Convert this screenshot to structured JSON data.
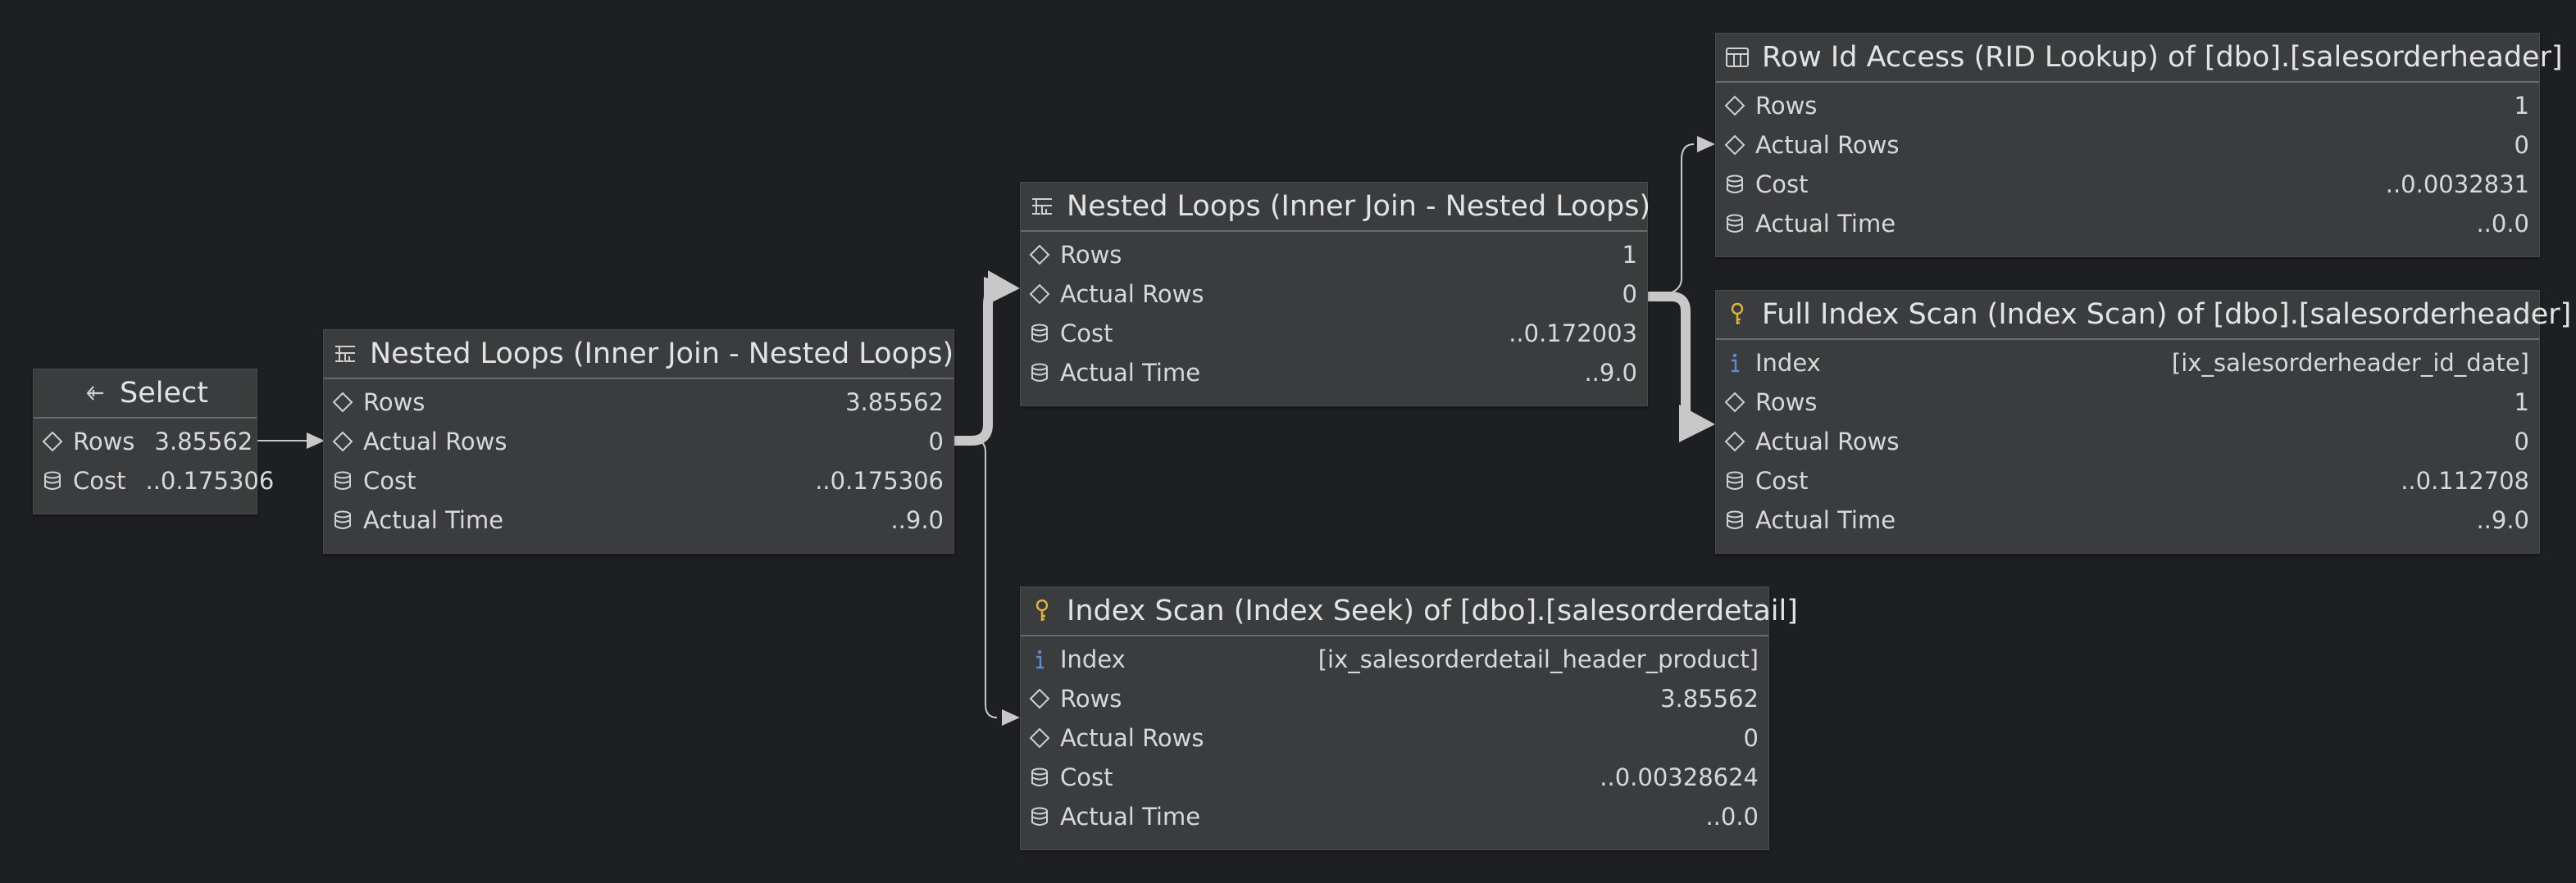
{
  "nodes": {
    "select": {
      "title": "Select",
      "icon": "arrow-left-icon",
      "rows": [
        {
          "label": "Rows",
          "value": "3.85562",
          "icon": "diamond-icon"
        },
        {
          "label": "Cost",
          "value": "..0.175306",
          "icon": "database-icon"
        }
      ]
    },
    "nested_loops_1": {
      "title": "Nested Loops (Inner Join - Nested Loops)",
      "icon": "nested-loops-icon",
      "rows": [
        {
          "label": "Rows",
          "value": "3.85562",
          "icon": "diamond-icon"
        },
        {
          "label": "Actual Rows",
          "value": "0",
          "icon": "diamond-icon"
        },
        {
          "label": "Cost",
          "value": "..0.175306",
          "icon": "database-icon"
        },
        {
          "label": "Actual Time",
          "value": "..9.0",
          "icon": "database-icon"
        }
      ]
    },
    "nested_loops_2": {
      "title": "Nested Loops (Inner Join - Nested Loops)",
      "icon": "nested-loops-icon",
      "rows": [
        {
          "label": "Rows",
          "value": "1",
          "icon": "diamond-icon"
        },
        {
          "label": "Actual Rows",
          "value": "0",
          "icon": "diamond-icon"
        },
        {
          "label": "Cost",
          "value": "..0.172003",
          "icon": "database-icon"
        },
        {
          "label": "Actual Time",
          "value": "..9.0",
          "icon": "database-icon"
        }
      ]
    },
    "index_seek": {
      "title": "Index Scan (Index Seek) of [dbo].[salesorderdetail]",
      "icon": "key-icon",
      "rows": [
        {
          "label": "Index",
          "value": "[ix_salesorderdetail_header_product]",
          "icon": "info-icon"
        },
        {
          "label": "Rows",
          "value": "3.85562",
          "icon": "diamond-icon"
        },
        {
          "label": "Actual Rows",
          "value": "0",
          "icon": "diamond-icon"
        },
        {
          "label": "Cost",
          "value": "..0.00328624",
          "icon": "database-icon"
        },
        {
          "label": "Actual Time",
          "value": "..0.0",
          "icon": "database-icon"
        }
      ]
    },
    "rid_lookup": {
      "title": "Row Id Access (RID Lookup) of [dbo].[salesorderheader]",
      "icon": "table-icon",
      "rows": [
        {
          "label": "Rows",
          "value": "1",
          "icon": "diamond-icon"
        },
        {
          "label": "Actual Rows",
          "value": "0",
          "icon": "diamond-icon"
        },
        {
          "label": "Cost",
          "value": "..0.0032831",
          "icon": "database-icon"
        },
        {
          "label": "Actual Time",
          "value": "..0.0",
          "icon": "database-icon"
        }
      ]
    },
    "full_index_scan": {
      "title": "Full Index Scan (Index Scan) of [dbo].[salesorderheader]",
      "icon": "key-icon",
      "rows": [
        {
          "label": "Index",
          "value": "[ix_salesorderheader_id_date]",
          "icon": "info-icon"
        },
        {
          "label": "Rows",
          "value": "1",
          "icon": "diamond-icon"
        },
        {
          "label": "Actual Rows",
          "value": "0",
          "icon": "diamond-icon"
        },
        {
          "label": "Cost",
          "value": "..0.112708",
          "icon": "database-icon"
        },
        {
          "label": "Actual Time",
          "value": "..9.0",
          "icon": "database-icon"
        }
      ]
    }
  },
  "colors": {
    "background": "#1e1f22",
    "node_bg": "#3b3c3e",
    "edge": "#c8c8c8",
    "key_icon": "#e0b43a",
    "info_icon": "#5b8dd9"
  }
}
